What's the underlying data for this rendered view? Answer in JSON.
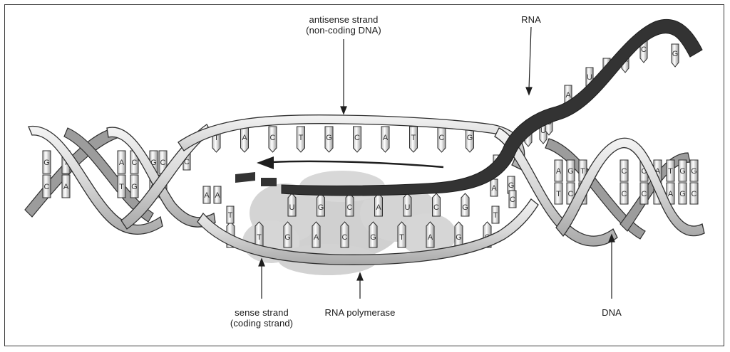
{
  "labels": {
    "antisense_line1": "antisense strand",
    "antisense_line2": "(non-coding DNA)",
    "rna": "RNA",
    "sense_line1": "sense strand",
    "sense_line2": "(coding strand)",
    "polymerase": "RNA polymerase",
    "dna": "DNA"
  },
  "bases": {
    "antisense": [
      "T",
      "A",
      "C",
      "T",
      "G",
      "C",
      "A",
      "T",
      "C",
      "G"
    ],
    "sense": [
      "A",
      "T",
      "G",
      "A",
      "C",
      "G",
      "T",
      "A",
      "G",
      "C"
    ],
    "rna_transcript": [
      "U",
      "G",
      "C",
      "A",
      "U",
      "C",
      "G"
    ],
    "rna_tail": [
      "C",
      "U",
      "C",
      "A",
      "U",
      "C",
      "A",
      "C",
      "G"
    ],
    "left_helix_top": [
      "G",
      "T",
      "A",
      "C",
      "G",
      "C"
    ],
    "left_helix_bottom": [
      "C",
      "A",
      "T",
      "G",
      "C",
      "G"
    ],
    "right_helix_top": [
      "A",
      "G",
      "T",
      "C",
      "C",
      "A",
      "T",
      "G",
      "G"
    ],
    "right_helix_bottom": [
      "T",
      "C",
      "A",
      "C",
      "C",
      "T",
      "A",
      "G",
      "C"
    ],
    "fork_left": [
      "C",
      "A",
      "A",
      "T"
    ],
    "fork_right": [
      "A",
      "G",
      "G",
      "A",
      "C",
      "T"
    ]
  },
  "colors": {
    "strand_light": "#e6e6e6",
    "strand_outline": "#2f2f2f",
    "rna_strand": "#333333",
    "polymerase": "#d4d4d4"
  }
}
